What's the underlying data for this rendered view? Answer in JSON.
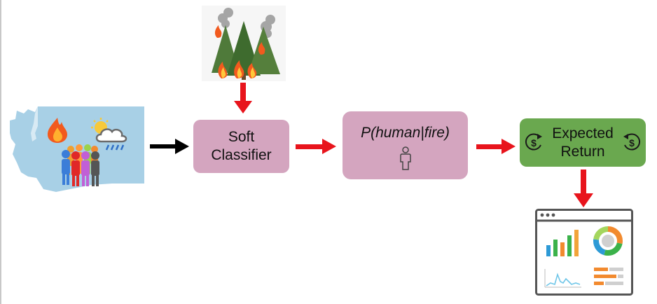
{
  "nodes": {
    "soft_classifier": {
      "line1": "Soft",
      "line2": "Classifier"
    },
    "probability": {
      "label": "P(human|fire)"
    },
    "expected_return": {
      "line1": "Expected",
      "line2": "Return"
    }
  },
  "colors": {
    "pink_box": "#d4a5bf",
    "green_box": "#6aa84f",
    "red_arrow": "#e8141c",
    "black_arrow": "#000000",
    "map_blue": "#a8d0e6"
  },
  "icons": [
    "washington-map-icon",
    "fire-icon",
    "weather-icon",
    "people-icon",
    "forest-fire-icon",
    "person-icon",
    "dollar-cycle-icon",
    "dashboard-icon"
  ]
}
